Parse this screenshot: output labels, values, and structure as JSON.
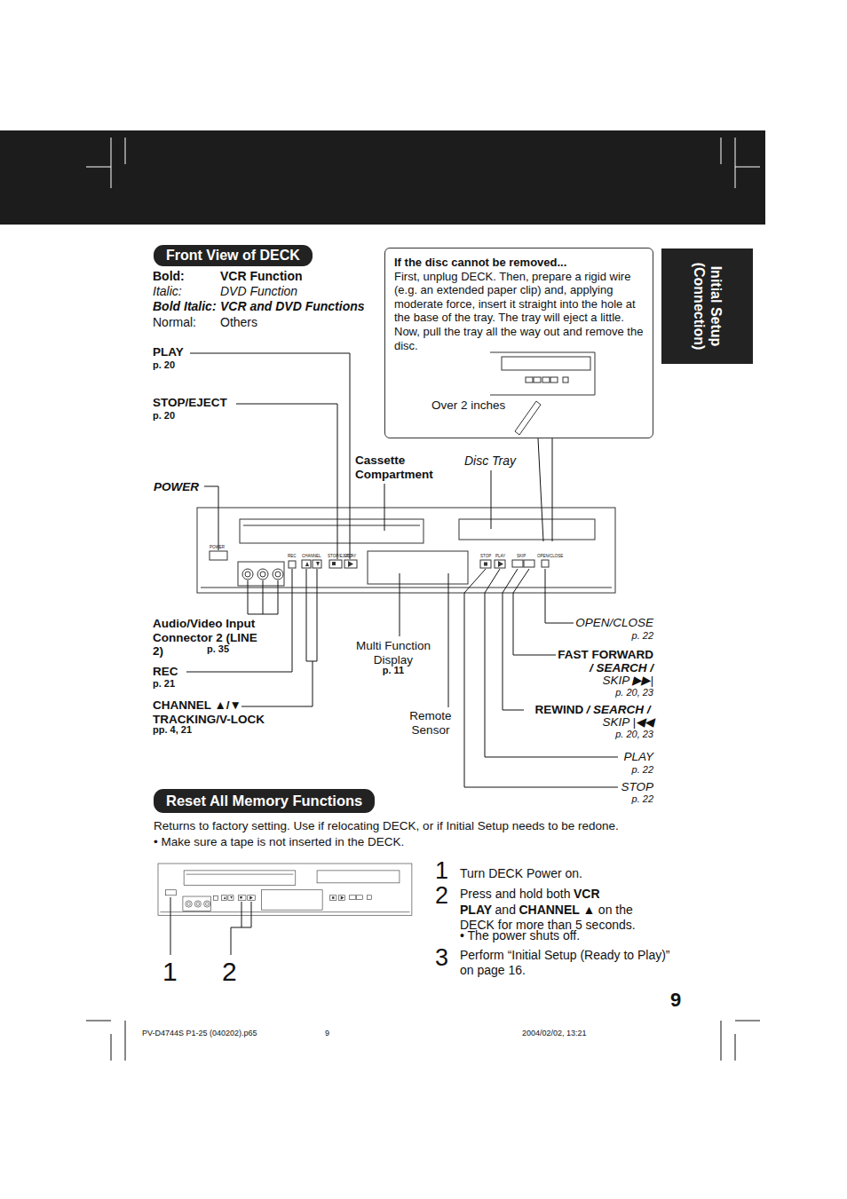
{
  "diagram": {
    "nodes": [
      {
        "text": [
          "Front View of DECK"
        ]
      },
      {
        "text": [
          "If the disc cannot be removed...",
          "First, unplug DECK. Then, prepare a rigid wire (e.g. an extended paper clip) and, applying moderate force, insert it straight into the hole at the base of the tray. The tray will eject a little. Now, pull the tray all the way out and remove the disc.",
          "Over 2 inches"
        ]
      },
      {
        "text": [
          "Reset All Memory Functions"
        ]
      },
      {
        "text": [
          "Initial Setup (Connection)"
        ]
      }
    ],
    "labels": [
      "Bold:",
      "VCR Function",
      "Italic:",
      "DVD Function",
      "Bold Italic:",
      "VCR and DVD Functions",
      "Normal:",
      "Others",
      "PLAY",
      "p. 20",
      "STOP/EJECT",
      "p. 20",
      "POWER",
      "Cassette Compartment",
      "Disc Tray",
      "Audio/Video Input Connector 2 (LINE 2)",
      "p. 35",
      "REC",
      "p. 21",
      "CHANNEL ▲/▼ TRACKING/V-LOCK",
      "pp. 4, 21",
      "Multi Function Display",
      "p. 11",
      "Remote Sensor",
      "OPEN/CLOSE",
      "p. 22",
      "FAST FORWARD",
      "/ SEARCH /",
      "SKIP ▶▶|",
      "p. 20, 23",
      "REWIND",
      "/ SEARCH /",
      "SKIP |◀◀",
      "p. 20, 23",
      "PLAY",
      "p. 22",
      "STOP",
      "p. 22",
      "Returns to factory setting. Use if relocating DECK, or if Initial Setup needs to be redone.",
      "• Make sure a tape is not inserted in the DECK.",
      "1",
      "Turn DECK Power on.",
      "2",
      "Press and hold both",
      "VCR PLAY",
      "and",
      "CHANNEL ▲",
      "on the DECK for more than 5 seconds.",
      "• The power shuts off.",
      "3",
      "Perform “Initial Setup (Ready to Play)” on page 16.",
      "1",
      "2",
      "9",
      "PV-D4744S P1-25 (040202).p65",
      "9",
      "2004/02/02, 13:21",
      "POWER",
      "REC",
      "CHANNEL",
      "STOP/EJECT",
      "PLAY",
      "STOP",
      "PLAY",
      "SKIP",
      "OPEN/CLOSE"
    ]
  }
}
